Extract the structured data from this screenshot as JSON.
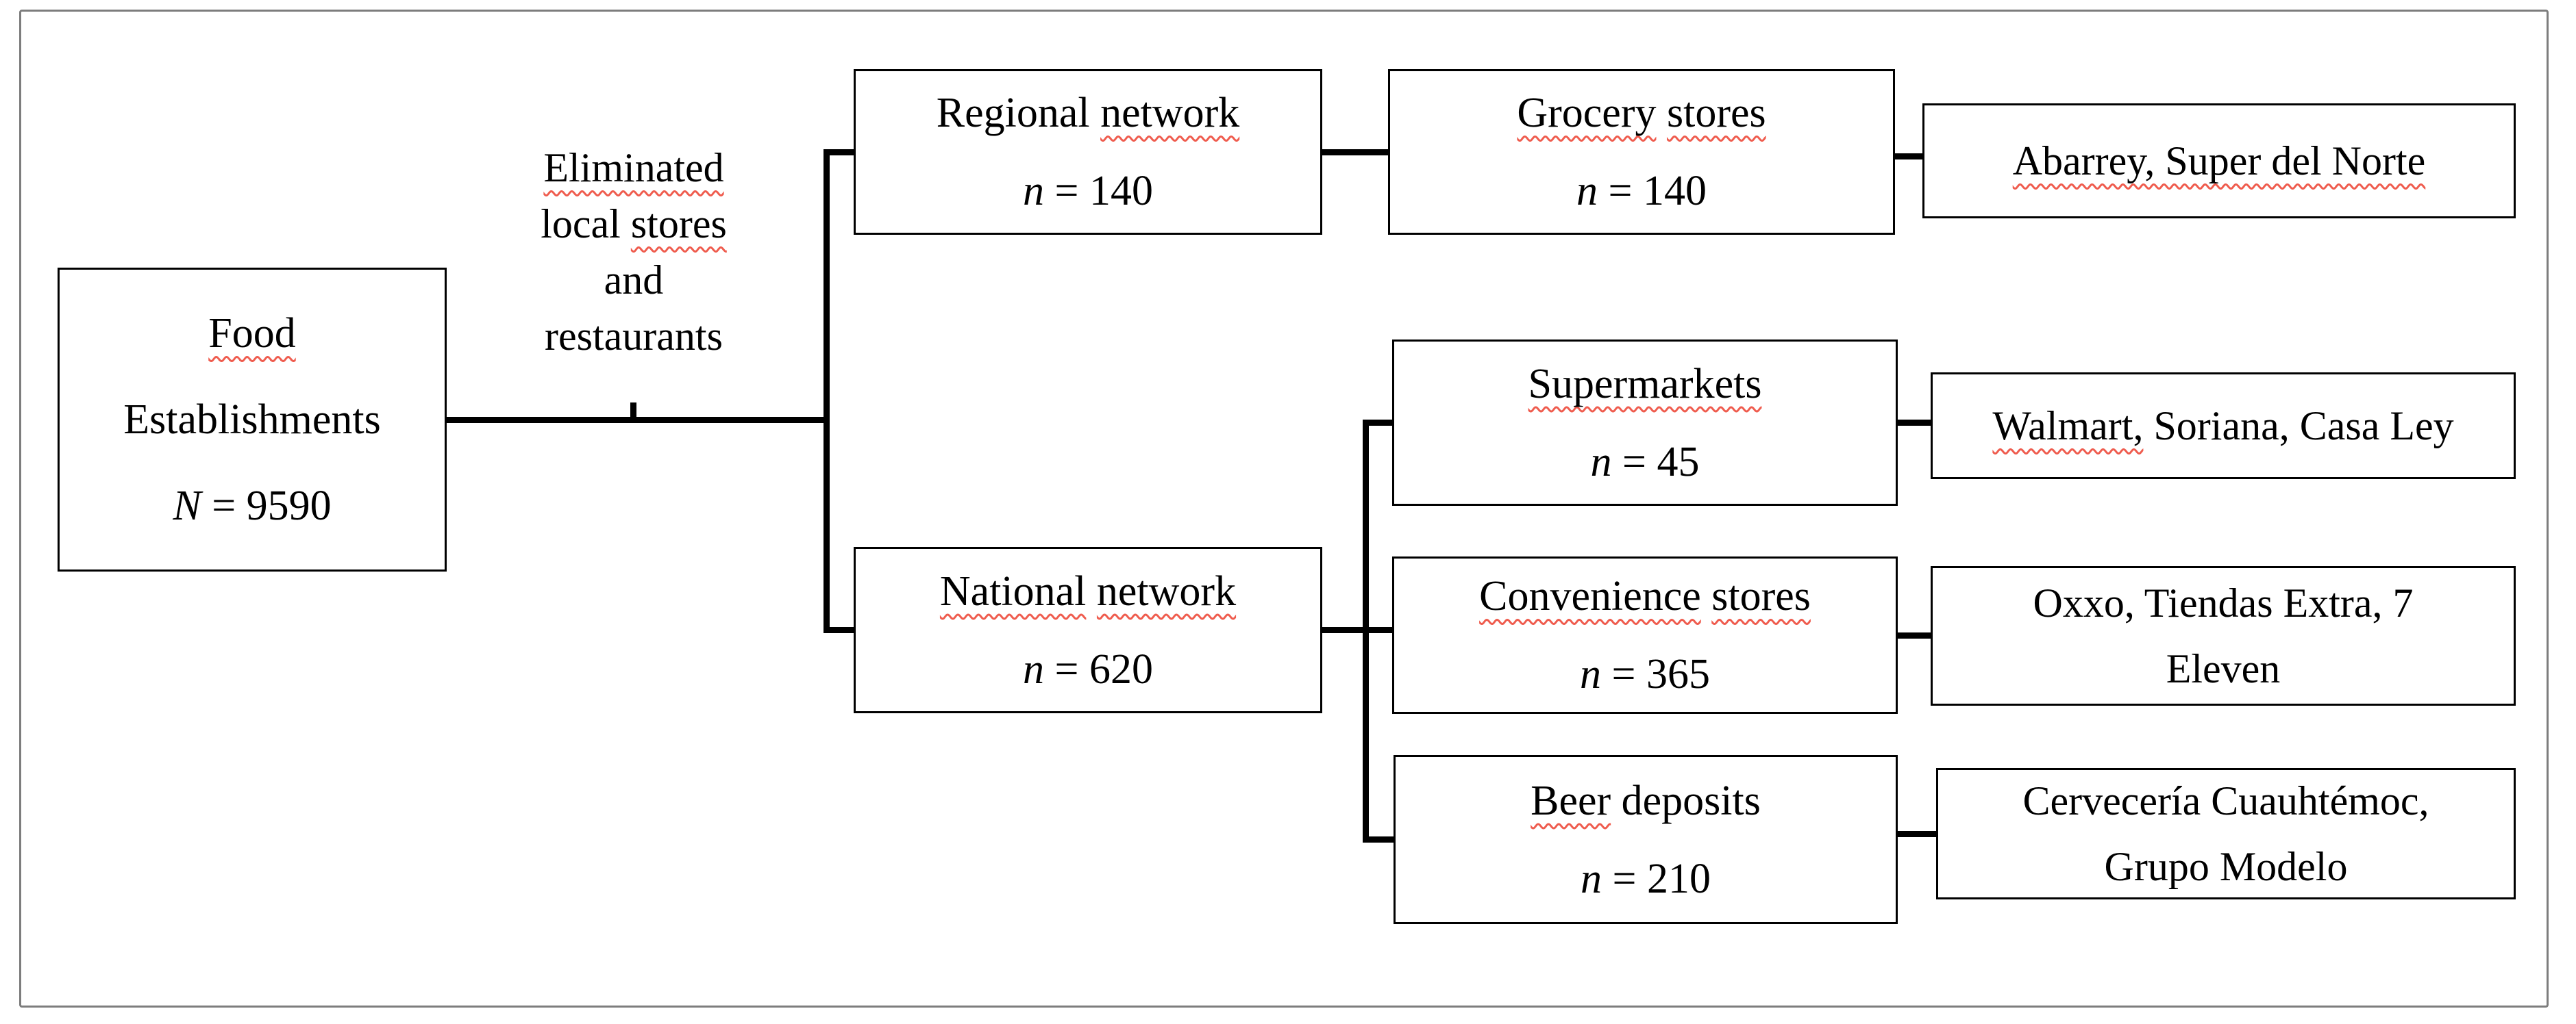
{
  "figure": {
    "type": "flowchart",
    "background": "#ffffff",
    "outer_border_color": "#7d7d7d",
    "box_border_color": "#000000",
    "connector_color": "#000000",
    "spellcheck_squiggle_color": "#ef5c4e"
  },
  "nodes": {
    "food": {
      "lines": [
        [
          {
            "t": "Food",
            "sq": true
          }
        ],
        [
          {
            "t": "Establishments"
          }
        ],
        [
          {
            "t": "N",
            "i": true
          },
          {
            "t": "= 9590"
          }
        ]
      ]
    },
    "eliminated_note": {
      "lines": [
        [
          {
            "t": "Eliminated",
            "sq": true
          }
        ],
        [
          {
            "t": "local"
          },
          {
            "t": "stores",
            "sq": true
          }
        ],
        [
          {
            "t": "and"
          }
        ],
        [
          {
            "t": "restaurants"
          }
        ]
      ]
    },
    "regional": {
      "lines": [
        [
          {
            "t": "Regional"
          },
          {
            "t": "network",
            "sq": true
          }
        ],
        [
          {
            "t": "n",
            "i": true
          },
          {
            "t": "= 140"
          }
        ]
      ]
    },
    "grocery": {
      "lines": [
        [
          {
            "t": "Grocery",
            "sq": true
          },
          {
            "t": "stores",
            "sq": true
          }
        ],
        [
          {
            "t": "n",
            "i": true
          },
          {
            "t": "= 140"
          }
        ]
      ]
    },
    "abarrey": {
      "lines": [
        [
          {
            "t": "Abarrey, Super del Norte",
            "sq": true
          }
        ]
      ]
    },
    "national": {
      "lines": [
        [
          {
            "t": "National",
            "sq": true
          },
          {
            "t": "network",
            "sq": true
          }
        ],
        [
          {
            "t": "n",
            "i": true
          },
          {
            "t": "= 620"
          }
        ]
      ]
    },
    "supermarkets": {
      "lines": [
        [
          {
            "t": "Supermarkets",
            "sq": true
          }
        ],
        [
          {
            "t": "n",
            "i": true
          },
          {
            "t": "= 45"
          }
        ]
      ]
    },
    "walmart": {
      "lines": [
        [
          {
            "t": "Walmart,",
            "sq": true
          },
          {
            "t": "Soriana, Casa Ley"
          }
        ]
      ]
    },
    "convenience": {
      "lines": [
        [
          {
            "t": "Convenience",
            "sq": true
          },
          {
            "t": "stores",
            "sq": true
          }
        ],
        [
          {
            "t": "n",
            "i": true
          },
          {
            "t": "= 365"
          }
        ]
      ]
    },
    "oxxo": {
      "lines": [
        [
          {
            "t": "Oxxo, Tiendas Extra, 7"
          }
        ],
        [
          {
            "t": "Eleven"
          }
        ]
      ]
    },
    "beer": {
      "lines": [
        [
          {
            "t": "Beer",
            "sq": true
          },
          {
            "t": "deposits"
          }
        ],
        [
          {
            "t": "n",
            "i": true
          },
          {
            "t": "= 210"
          }
        ]
      ]
    },
    "cerveceria": {
      "lines": [
        [
          {
            "t": "Cervecería Cuauhtémoc,"
          }
        ],
        [
          {
            "t": "Grupo Modelo"
          }
        ]
      ]
    }
  }
}
